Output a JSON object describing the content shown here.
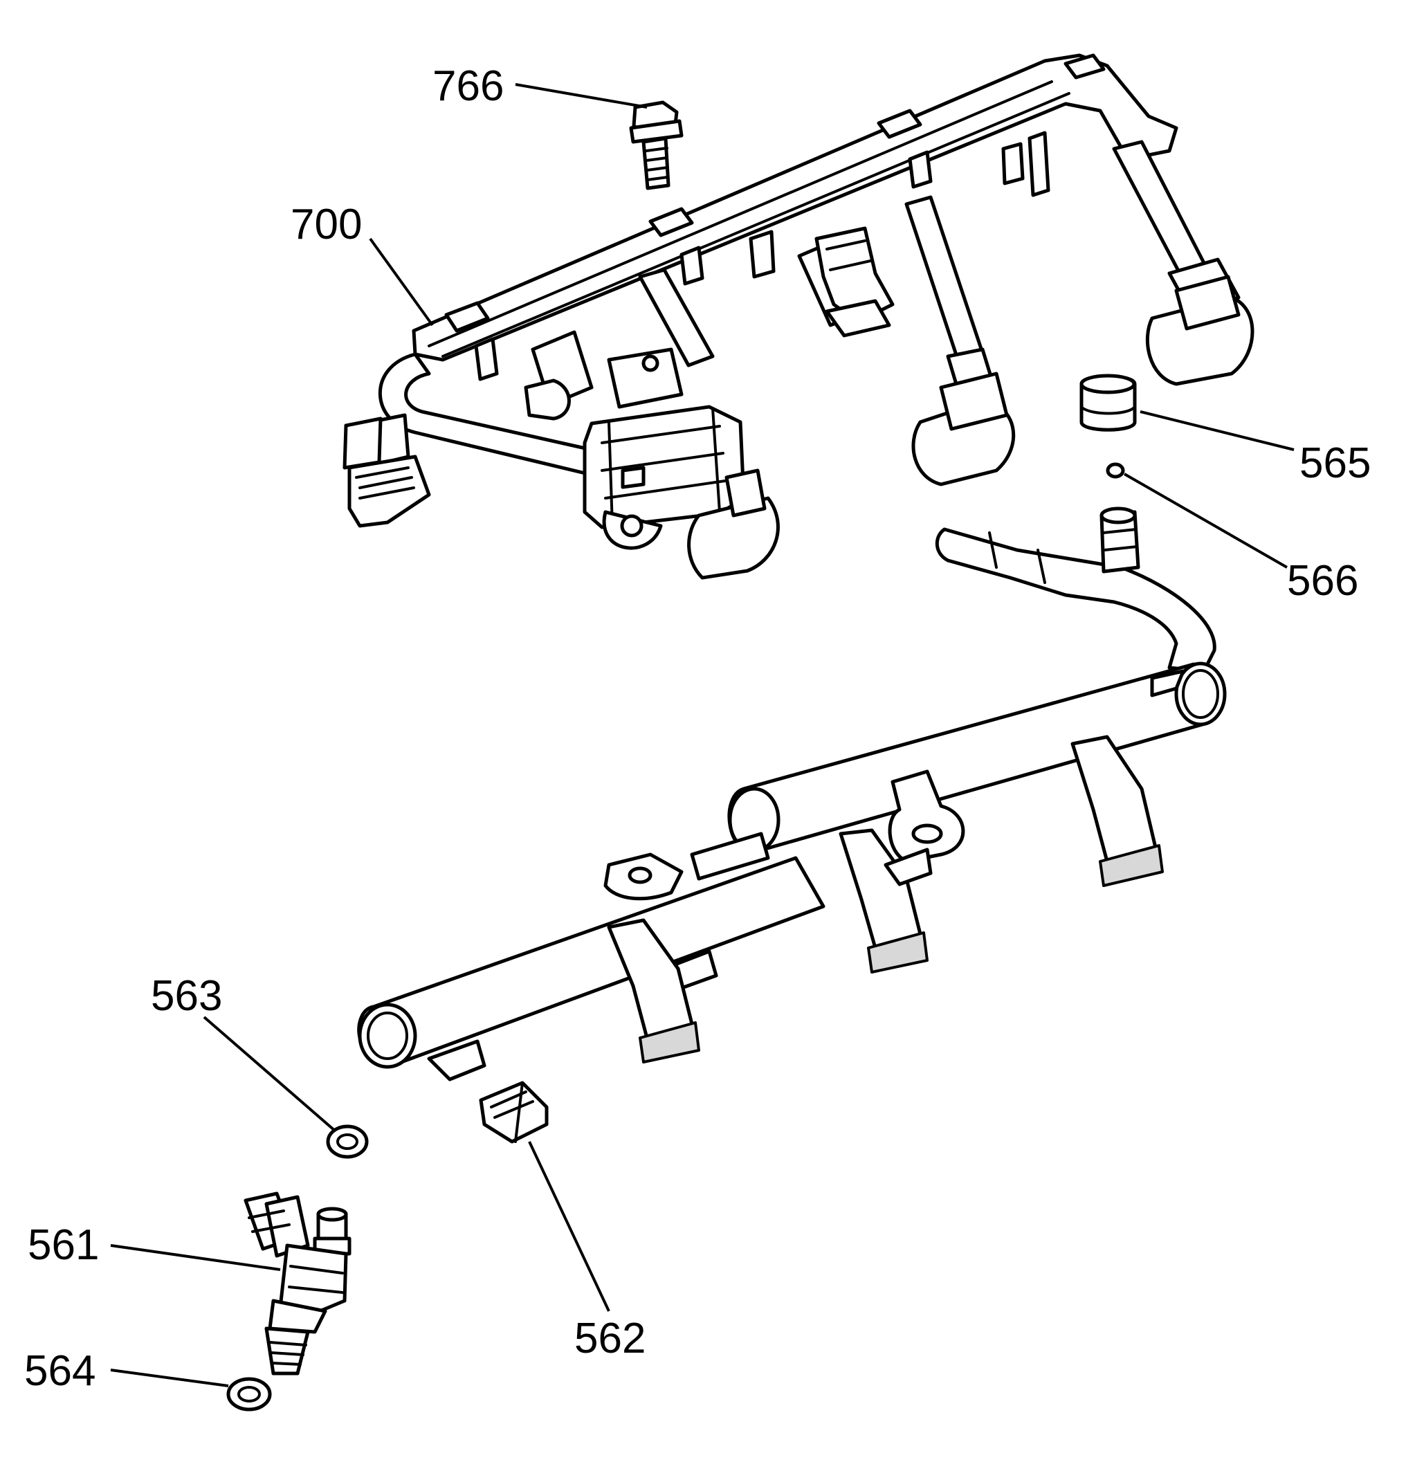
{
  "diagram": {
    "callouts": [
      {
        "id": "766",
        "label": "766"
      },
      {
        "id": "700",
        "label": "700"
      },
      {
        "id": "565",
        "label": "565"
      },
      {
        "id": "566",
        "label": "566"
      },
      {
        "id": "563",
        "label": "563"
      },
      {
        "id": "561",
        "label": "561"
      },
      {
        "id": "562",
        "label": "562"
      },
      {
        "id": "564",
        "label": "564"
      }
    ],
    "colors": {
      "line": "#000000",
      "background": "#ffffff",
      "shade": "#d8d8d8"
    }
  }
}
